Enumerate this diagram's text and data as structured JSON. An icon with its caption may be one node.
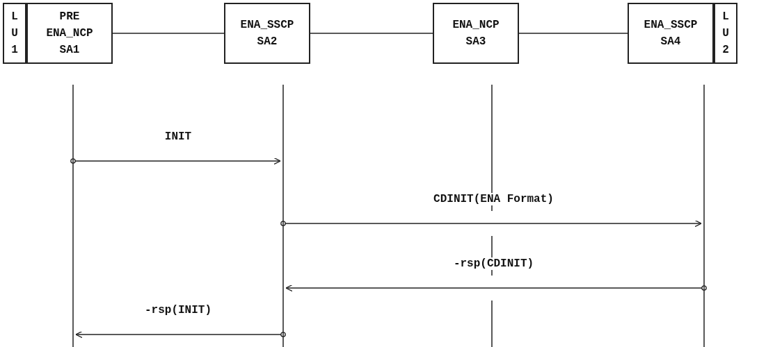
{
  "diagram": {
    "nodes": [
      {
        "text": [
          "L U 1"
        ]
      },
      {
        "text": [
          "PRE ENA_NCP SA1"
        ]
      },
      {
        "text": [
          "ENA_SSCP SA2"
        ]
      },
      {
        "text": [
          "ENA_NCP SA3"
        ]
      },
      {
        "text": [
          "ENA_SSCP SA4"
        ]
      },
      {
        "text": [
          "L U 2"
        ]
      },
      {
        "text": [],
        "shape": "line"
      },
      {
        "text": [],
        "shape": "line"
      },
      {
        "text": [],
        "shape": "line"
      },
      {
        "text": [],
        "shape": "line"
      }
    ],
    "edges": [
      {
        "from": 1,
        "to": 2,
        "arrow": "none"
      },
      {
        "from": 2,
        "to": 3,
        "arrow": "none"
      },
      {
        "from": 3,
        "to": 4,
        "arrow": "none"
      },
      {
        "from": 6,
        "to": 7,
        "arrow": "to",
        "label": "INIT"
      },
      {
        "from": 7,
        "to": 9,
        "arrow": "to",
        "label": "CDINIT(ENA Format)"
      },
      {
        "from": 9,
        "to": 7,
        "arrow": "to",
        "label": "-rsp(CDINIT)"
      },
      {
        "from": 7,
        "to": 6,
        "arrow": "to",
        "label": "-rsp(INIT)"
      }
    ]
  }
}
